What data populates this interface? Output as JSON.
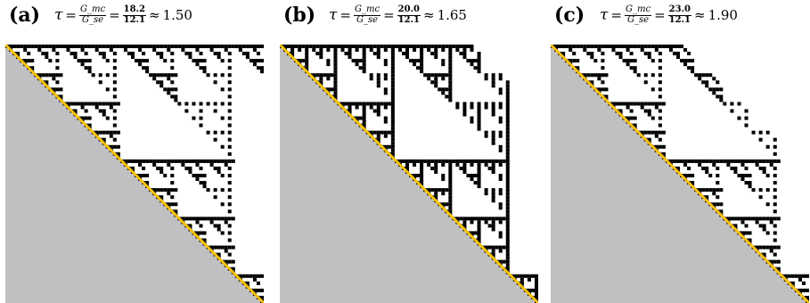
{
  "panels": [
    {
      "label": "(a)",
      "tau_symbol": "τ",
      "eq": "=",
      "g_mc": "G_mc",
      "g_se": "G_se",
      "numerator": "18.2",
      "denominator": "12.1",
      "approx": "≈",
      "value": "1.50",
      "extent": 0.98
    },
    {
      "label": "(b)",
      "tau_symbol": "τ",
      "eq": "=",
      "g_mc": "G_mc",
      "g_se": "G_se",
      "numerator": "20.0",
      "denominator": "12.1",
      "approx": "≈",
      "value": "1.65",
      "extent": 0.73
    },
    {
      "label": "(c)",
      "tau_symbol": "τ",
      "eq": "=",
      "g_mc": "G_mc",
      "g_se": "G_se",
      "numerator": "23.0",
      "denominator": "12.1",
      "approx": "≈",
      "value": "1.90",
      "extent": 0.5
    }
  ],
  "colors": {
    "below_diagonal": "#c0c0c0",
    "diagonal": "#f5c010",
    "cells": "#000000",
    "background": "#ffffff"
  }
}
